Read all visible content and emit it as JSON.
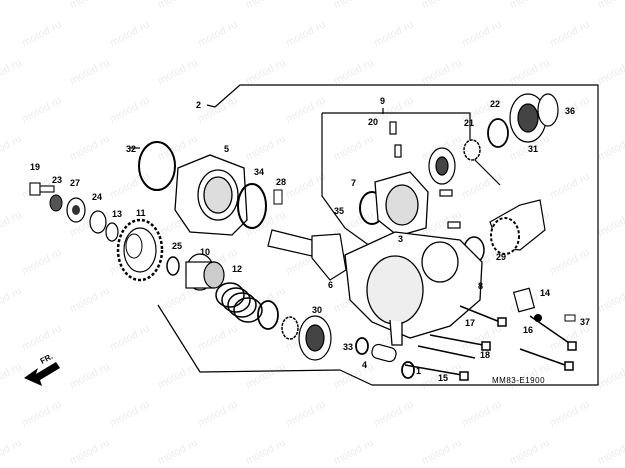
{
  "watermark": "motod.ru",
  "diagram_code": "MM83-E1900",
  "front_label": "FR.",
  "callouts": [
    "2",
    "9",
    "22",
    "36",
    "19",
    "23",
    "27",
    "24",
    "13",
    "11",
    "32",
    "5",
    "34",
    "28",
    "21",
    "20",
    "7",
    "35",
    "25",
    "10",
    "12",
    "3",
    "29",
    "31",
    "6",
    "8",
    "14",
    "17",
    "16",
    "37",
    "18",
    "30",
    "33",
    "4",
    "15",
    "1"
  ],
  "colors": {
    "ink": "#000000",
    "watermark": "#e6e6e6",
    "background": "#ffffff"
  }
}
